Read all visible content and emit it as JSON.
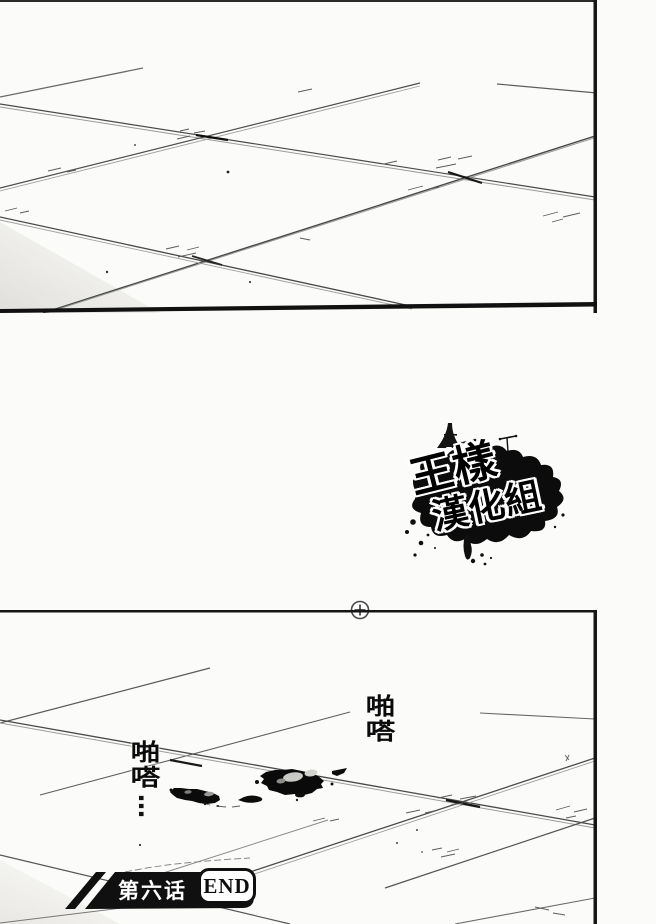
{
  "page": {
    "paper_color": "#fbfbf9",
    "ink_color": "#131313",
    "description_label": "manga page, tiled floor scene"
  },
  "watermark": {
    "line1": "王樣",
    "line2": "漢化組"
  },
  "sfx": {
    "right_text": "啪嗒",
    "left_text": "啪嗒",
    "left_trail": "…"
  },
  "footer": {
    "chapter_label": "第六话",
    "end_label": "END"
  },
  "icons": {
    "registration_icon": "circled-plus"
  }
}
